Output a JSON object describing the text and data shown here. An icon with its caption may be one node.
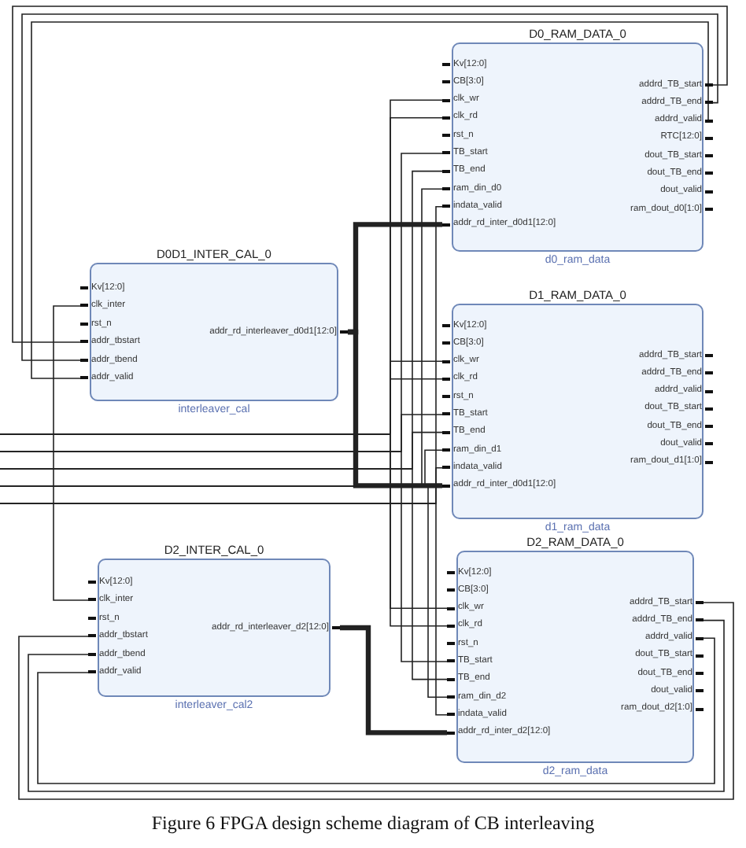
{
  "diagram": {
    "caption": "Figure 6 FPGA design scheme diagram of CB interleaving",
    "nodes": [
      {
        "text": [
          "D0_RAM_DATA_0",
          "d0_ram_data"
        ]
      },
      {
        "text": [
          "Kv[12:0]"
        ],
        "in": 0
      },
      {
        "text": [
          "CB[3:0]"
        ],
        "in": 0
      },
      {
        "text": [
          "clk_wr"
        ],
        "in": 0
      },
      {
        "text": [
          "clk_rd"
        ],
        "in": 0
      },
      {
        "text": [
          "rst_n"
        ],
        "in": 0
      },
      {
        "text": [
          "TB_start"
        ],
        "in": 0
      },
      {
        "text": [
          "TB_end"
        ],
        "in": 0
      },
      {
        "text": [
          "ram_din_d0"
        ],
        "in": 0
      },
      {
        "text": [
          "indata_valid"
        ],
        "in": 0
      },
      {
        "text": [
          "addr_rd_inter_d0d1[12:0]"
        ],
        "in": 0
      },
      {
        "text": [
          "addrd_TB_start"
        ],
        "in": 0
      },
      {
        "text": [
          "addrd_TB_end"
        ],
        "in": 0
      },
      {
        "text": [
          "addrd_valid"
        ],
        "in": 0
      },
      {
        "text": [
          "RTC[12:0]"
        ],
        "in": 0
      },
      {
        "text": [
          "dout_TB_start"
        ],
        "in": 0
      },
      {
        "text": [
          "dout_TB_end"
        ],
        "in": 0
      },
      {
        "text": [
          "dout_valid"
        ],
        "in": 0
      },
      {
        "text": [
          "ram_dout_d0[1:0]"
        ],
        "in": 0
      },
      {
        "text": [
          "D0D1_INTER_CAL_0",
          "interleaver_cal"
        ]
      },
      {
        "text": [
          "Kv[12:0]"
        ],
        "in": 19
      },
      {
        "text": [
          "clk_inter"
        ],
        "in": 19
      },
      {
        "text": [
          "rst_n"
        ],
        "in": 19
      },
      {
        "text": [
          "addr_tbstart"
        ],
        "in": 19
      },
      {
        "text": [
          "addr_tbend"
        ],
        "in": 19
      },
      {
        "text": [
          "addr_valid"
        ],
        "in": 19
      },
      {
        "text": [
          "addr_rd_interleaver_d0d1[12:0]"
        ],
        "in": 19
      },
      {
        "text": [
          "D1_RAM_DATA_0",
          "d1_ram_data"
        ]
      },
      {
        "text": [
          "Kv[12:0]"
        ],
        "in": 27
      },
      {
        "text": [
          "CB[3:0]"
        ],
        "in": 27
      },
      {
        "text": [
          "clk_wr"
        ],
        "in": 27
      },
      {
        "text": [
          "clk_rd"
        ],
        "in": 27
      },
      {
        "text": [
          "rst_n"
        ],
        "in": 27
      },
      {
        "text": [
          "TB_start"
        ],
        "in": 27
      },
      {
        "text": [
          "TB_end"
        ],
        "in": 27
      },
      {
        "text": [
          "ram_din_d1"
        ],
        "in": 27
      },
      {
        "text": [
          "indata_valid"
        ],
        "in": 27
      },
      {
        "text": [
          "addr_rd_inter_d0d1[12:0]"
        ],
        "in": 27
      },
      {
        "text": [
          "addrd_TB_start"
        ],
        "in": 27
      },
      {
        "text": [
          "addrd_TB_end"
        ],
        "in": 27
      },
      {
        "text": [
          "addrd_valid"
        ],
        "in": 27
      },
      {
        "text": [
          "dout_TB_start"
        ],
        "in": 27
      },
      {
        "text": [
          "dout_TB_end"
        ],
        "in": 27
      },
      {
        "text": [
          "dout_valid"
        ],
        "in": 27
      },
      {
        "text": [
          "ram_dout_d1[1:0]"
        ],
        "in": 27
      },
      {
        "text": [
          "D2_INTER_CAL_0",
          "interleaver_cal2"
        ]
      },
      {
        "text": [
          "Kv[12:0]"
        ],
        "in": 45
      },
      {
        "text": [
          "clk_inter"
        ],
        "in": 45
      },
      {
        "text": [
          "rst_n"
        ],
        "in": 45
      },
      {
        "text": [
          "addr_tbstart"
        ],
        "in": 45
      },
      {
        "text": [
          "addr_tbend"
        ],
        "in": 45
      },
      {
        "text": [
          "addr_valid"
        ],
        "in": 45
      },
      {
        "text": [
          "addr_rd_interleaver_d2[12:0]"
        ],
        "in": 45
      },
      {
        "text": [
          "D2_RAM_DATA_0",
          "d2_ram_data"
        ]
      },
      {
        "text": [
          "Kv[12:0]"
        ],
        "in": 53
      },
      {
        "text": [
          "CB[3:0]"
        ],
        "in": 53
      },
      {
        "text": [
          "clk_wr"
        ],
        "in": 53
      },
      {
        "text": [
          "clk_rd"
        ],
        "in": 53
      },
      {
        "text": [
          "rst_n"
        ],
        "in": 53
      },
      {
        "text": [
          "TB_start"
        ],
        "in": 53
      },
      {
        "text": [
          "TB_end"
        ],
        "in": 53
      },
      {
        "text": [
          "ram_din_d2"
        ],
        "in": 53
      },
      {
        "text": [
          "indata_valid"
        ],
        "in": 53
      },
      {
        "text": [
          "addr_rd_inter_d2[12:0]"
        ],
        "in": 53
      },
      {
        "text": [
          "addrd_TB_start"
        ],
        "in": 53
      },
      {
        "text": [
          "addrd_TB_end"
        ],
        "in": 53
      },
      {
        "text": [
          "addrd_valid"
        ],
        "in": 53
      },
      {
        "text": [
          "dout_TB_start"
        ],
        "in": 53
      },
      {
        "text": [
          "dout_TB_end"
        ],
        "in": 53
      },
      {
        "text": [
          "dout_valid"
        ],
        "in": 53
      },
      {
        "text": [
          "ram_dout_d2[1:0]"
        ],
        "in": 53
      }
    ],
    "edges": [
      {
        "from": 11,
        "to": 23,
        "arrow": "none"
      },
      {
        "from": 12,
        "to": 24,
        "arrow": "none"
      },
      {
        "from": 13,
        "to": 25,
        "arrow": "none"
      },
      {
        "from": 26,
        "to": 10,
        "arrow": "none",
        "style": "thick"
      },
      {
        "from": 26,
        "to": 37,
        "arrow": "none",
        "style": "thick"
      },
      {
        "from": 64,
        "to": 49,
        "arrow": "none"
      },
      {
        "from": 65,
        "to": 50,
        "arrow": "none"
      },
      {
        "from": 66,
        "to": 51,
        "arrow": "none"
      },
      {
        "from": 52,
        "to": 63,
        "arrow": "none",
        "style": "thick"
      },
      {
        "from": null,
        "to": 3,
        "arrow": "none"
      },
      {
        "from": null,
        "to": 4,
        "arrow": "none"
      },
      {
        "from": null,
        "to": 21,
        "arrow": "none"
      },
      {
        "from": null,
        "to": 30,
        "arrow": "none"
      },
      {
        "from": null,
        "to": 31,
        "arrow": "none"
      },
      {
        "from": null,
        "to": 47,
        "arrow": "none"
      },
      {
        "from": null,
        "to": 56,
        "arrow": "none"
      },
      {
        "from": null,
        "to": 57,
        "arrow": "none"
      },
      {
        "from": null,
        "to": 6,
        "arrow": "none"
      },
      {
        "from": null,
        "to": 33,
        "arrow": "none"
      },
      {
        "from": null,
        "to": 59,
        "arrow": "none"
      },
      {
        "from": null,
        "to": 7,
        "arrow": "none"
      },
      {
        "from": null,
        "to": 34,
        "arrow": "none"
      },
      {
        "from": null,
        "to": 60,
        "arrow": "none"
      },
      {
        "from": null,
        "to": 8,
        "arrow": "none"
      },
      {
        "from": null,
        "to": 35,
        "arrow": "none"
      },
      {
        "from": null,
        "to": 61,
        "arrow": "none"
      },
      {
        "from": null,
        "to": 9,
        "arrow": "none"
      },
      {
        "from": null,
        "to": 36,
        "arrow": "none"
      },
      {
        "from": null,
        "to": 62,
        "arrow": "none"
      }
    ]
  }
}
